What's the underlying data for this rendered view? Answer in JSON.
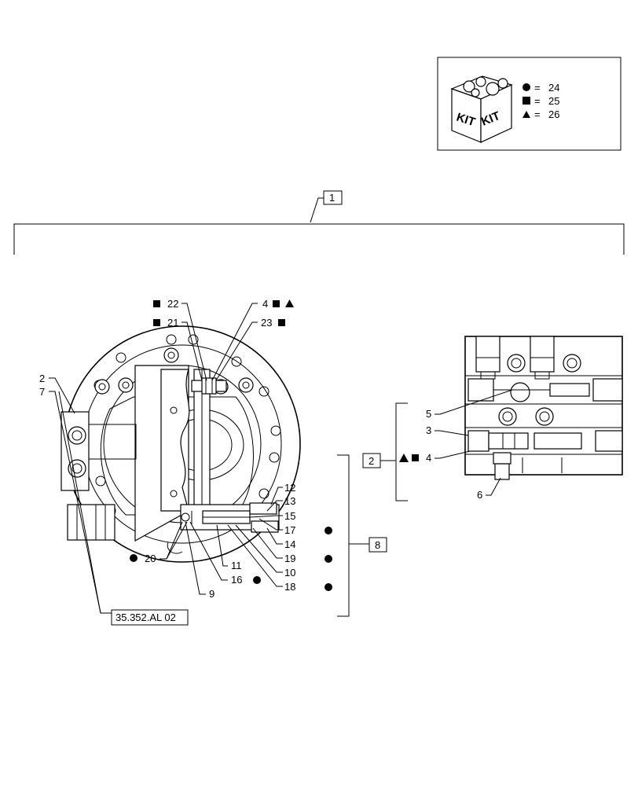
{
  "kit_legend": {
    "title_left": "KIT",
    "title_right": "KIT",
    "entries": [
      {
        "symbol": "circle",
        "eq": "=",
        "number": "24"
      },
      {
        "symbol": "square",
        "eq": "=",
        "number": "25"
      },
      {
        "symbol": "triangle",
        "eq": "=",
        "number": "26"
      }
    ]
  },
  "reference_box": "35.352.AL 02",
  "boxed_callouts": {
    "b1": "1",
    "b2": "2",
    "b8": "8"
  },
  "callouts": {
    "c22": "22",
    "c21": "21",
    "c4top": "4",
    "c23": "23",
    "c2": "2",
    "c7": "7",
    "c12": "12",
    "c13": "13",
    "c15": "15",
    "c17": "17",
    "c14": "14",
    "c19": "19",
    "c10": "10",
    "c18": "18",
    "c11": "11",
    "c16": "16",
    "c9": "9",
    "c20": "20",
    "c5": "5",
    "c3": "3",
    "c4right": "4",
    "c6": "6"
  }
}
